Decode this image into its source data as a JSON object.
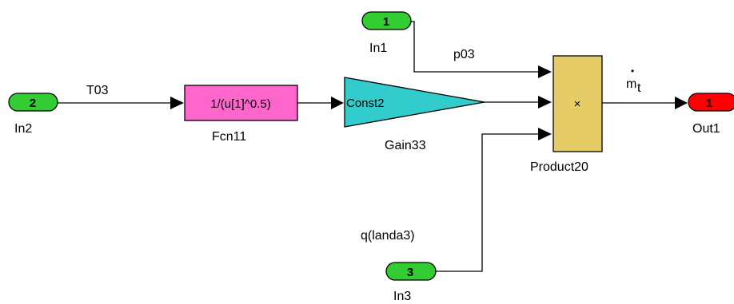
{
  "colors": {
    "inport": "#33cc33",
    "outport": "#ff0000",
    "fcn_block": "#ff66cc",
    "gain_block": "#33cccc",
    "product_block": "#e6cc66"
  },
  "ports": {
    "in1": {
      "number": "1",
      "name": "In1"
    },
    "in2": {
      "number": "2",
      "name": "In2"
    },
    "in3": {
      "number": "3",
      "name": "In3"
    },
    "out1": {
      "number": "1",
      "name": "Out1"
    }
  },
  "blocks": {
    "fcn": {
      "expression": "1/(u[1]^0.5)",
      "name": "Fcn11"
    },
    "gain": {
      "value": "Const2",
      "name": "Gain33"
    },
    "product": {
      "symbol": "×",
      "name": "Product20"
    }
  },
  "signals": {
    "t03": "T03",
    "p03": "p03",
    "q": "q(landa3)",
    "mdot_base": "m",
    "mdot_dot": "•",
    "mdot_sub": "t"
  }
}
